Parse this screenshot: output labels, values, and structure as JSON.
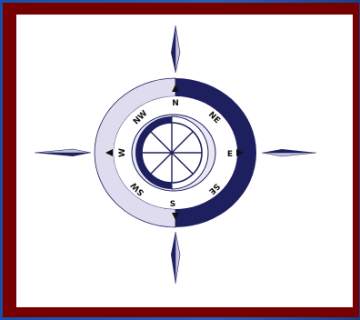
{
  "compass": {
    "labels": {
      "n": "N",
      "ne": "NE",
      "e": "E",
      "se": "SE",
      "s": "S",
      "sw": "SW",
      "w": "W",
      "nw": "NW"
    },
    "colors": {
      "frame": "#760000",
      "background": "#ffffff",
      "navy": "#1d1f5e",
      "lavender": "#dedcee",
      "light_lavender": "#e9e8f4",
      "spike_light": "#c7c5e0"
    }
  }
}
